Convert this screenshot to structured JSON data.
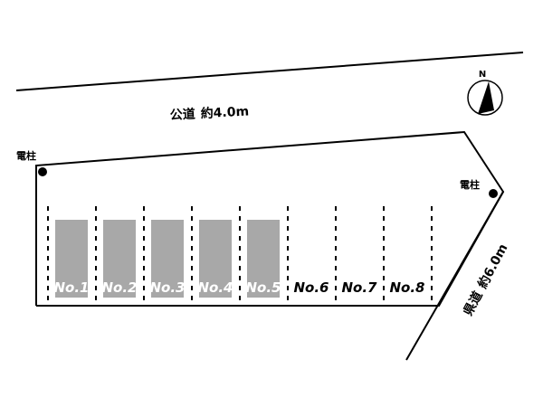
{
  "roads": {
    "public_road": {
      "name": "公道",
      "width": "約4.0m"
    },
    "prefectural_road": {
      "name": "県道",
      "width": "約6.0m"
    }
  },
  "poles": [
    {
      "label": "電柱"
    },
    {
      "label": "電柱"
    }
  ],
  "north": {
    "label": "N"
  },
  "parking": {
    "slots": [
      {
        "label": "No.1",
        "status": "occupied"
      },
      {
        "label": "No.2",
        "status": "occupied"
      },
      {
        "label": "No.3",
        "status": "occupied"
      },
      {
        "label": "No.4",
        "status": "occupied"
      },
      {
        "label": "No.5",
        "status": "occupied"
      },
      {
        "label": "No.6",
        "status": "vacant"
      },
      {
        "label": "No.7",
        "status": "vacant"
      },
      {
        "label": "No.8",
        "status": "vacant"
      }
    ]
  },
  "colors": {
    "occupied": "#a8a8a8",
    "occupied_text": "#ffffff",
    "vacant_text": "#000000",
    "line": "#000000"
  }
}
